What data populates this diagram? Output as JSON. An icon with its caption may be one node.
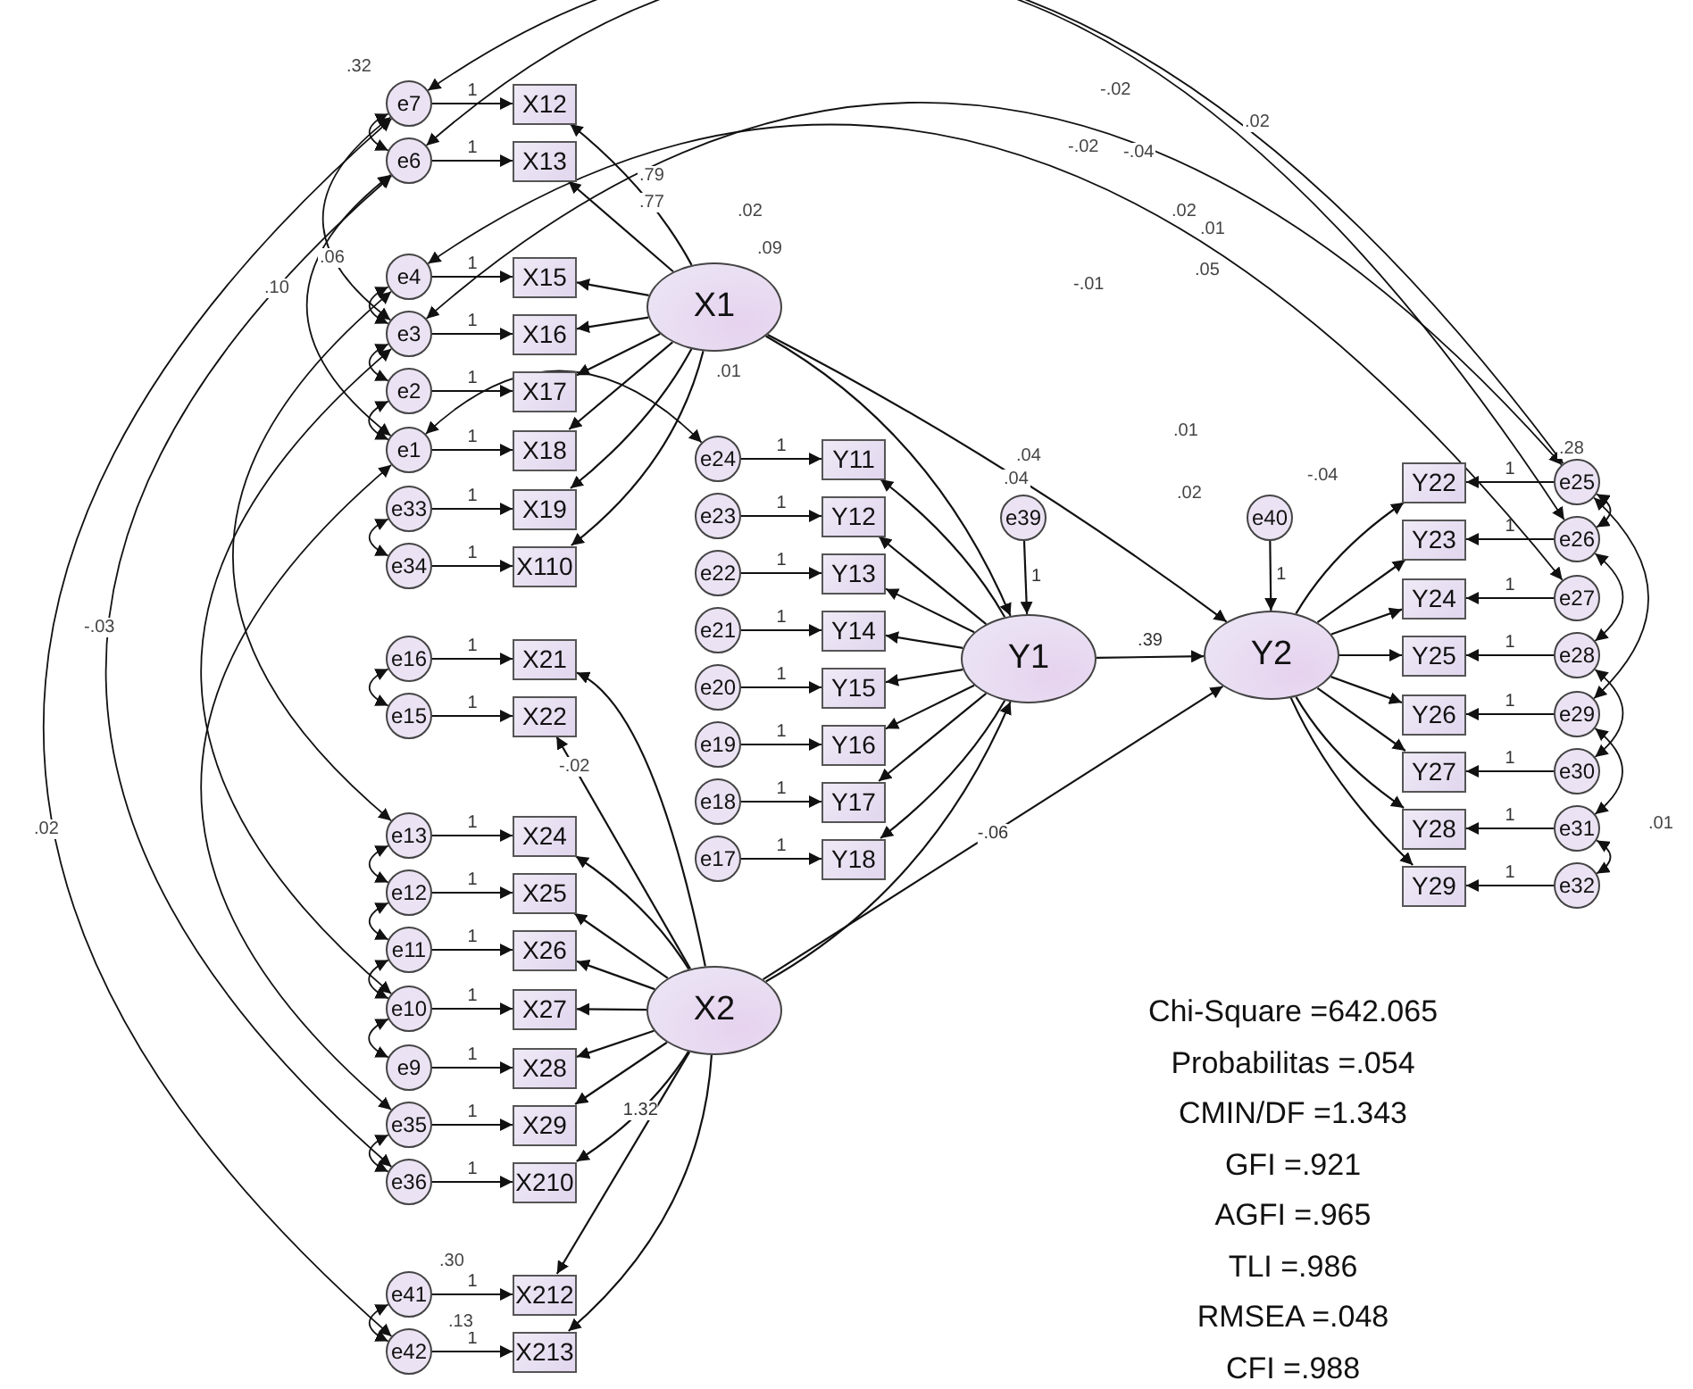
{
  "diagram": {
    "nodes": [
      {
        "text": [
          "e7"
        ]
      },
      {
        "text": [
          "e6"
        ]
      },
      {
        "text": [
          "e4"
        ]
      },
      {
        "text": [
          "e3"
        ]
      },
      {
        "text": [
          "e2"
        ]
      },
      {
        "text": [
          "e1"
        ]
      },
      {
        "text": [
          "e33"
        ]
      },
      {
        "text": [
          "e34"
        ]
      },
      {
        "text": [
          "e16"
        ]
      },
      {
        "text": [
          "e15"
        ]
      },
      {
        "text": [
          "e13"
        ]
      },
      {
        "text": [
          "e12"
        ]
      },
      {
        "text": [
          "e11"
        ]
      },
      {
        "text": [
          "e10"
        ]
      },
      {
        "text": [
          "e9"
        ]
      },
      {
        "text": [
          "e35"
        ]
      },
      {
        "text": [
          "e36"
        ]
      },
      {
        "text": [
          "e41"
        ]
      },
      {
        "text": [
          "e42"
        ]
      },
      {
        "text": [
          "X12"
        ]
      },
      {
        "text": [
          "X13"
        ]
      },
      {
        "text": [
          "X15"
        ]
      },
      {
        "text": [
          "X16"
        ]
      },
      {
        "text": [
          "X17"
        ]
      },
      {
        "text": [
          "X18"
        ]
      },
      {
        "text": [
          "X19"
        ]
      },
      {
        "text": [
          "X110"
        ]
      },
      {
        "text": [
          "X21"
        ]
      },
      {
        "text": [
          "X22"
        ]
      },
      {
        "text": [
          "X24"
        ]
      },
      {
        "text": [
          "X25"
        ]
      },
      {
        "text": [
          "X26"
        ]
      },
      {
        "text": [
          "X27"
        ]
      },
      {
        "text": [
          "X28"
        ]
      },
      {
        "text": [
          "X29"
        ]
      },
      {
        "text": [
          "X210"
        ]
      },
      {
        "text": [
          "X212"
        ]
      },
      {
        "text": [
          "X213"
        ]
      },
      {
        "text": [
          "X1"
        ]
      },
      {
        "text": [
          "X2"
        ]
      },
      {
        "text": [
          "e24"
        ]
      },
      {
        "text": [
          "e23"
        ]
      },
      {
        "text": [
          "e22"
        ]
      },
      {
        "text": [
          "e21"
        ]
      },
      {
        "text": [
          "e20"
        ]
      },
      {
        "text": [
          "e19"
        ]
      },
      {
        "text": [
          "e18"
        ]
      },
      {
        "text": [
          "e17"
        ]
      },
      {
        "text": [
          "Y11"
        ]
      },
      {
        "text": [
          "Y12"
        ]
      },
      {
        "text": [
          "Y13"
        ]
      },
      {
        "text": [
          "Y14"
        ]
      },
      {
        "text": [
          "Y15"
        ]
      },
      {
        "text": [
          "Y16"
        ]
      },
      {
        "text": [
          "Y17"
        ]
      },
      {
        "text": [
          "Y18"
        ]
      },
      {
        "text": [
          "e39"
        ]
      },
      {
        "text": [
          "Y1"
        ]
      },
      {
        "text": [
          "e40"
        ]
      },
      {
        "text": [
          "Y2"
        ]
      },
      {
        "text": [
          "Y22"
        ]
      },
      {
        "text": [
          "Y23"
        ]
      },
      {
        "text": [
          "Y24"
        ]
      },
      {
        "text": [
          "Y25"
        ]
      },
      {
        "text": [
          "Y26"
        ]
      },
      {
        "text": [
          "Y27"
        ]
      },
      {
        "text": [
          "Y28"
        ]
      },
      {
        "text": [
          "Y29"
        ]
      },
      {
        "text": [
          "e25"
        ]
      },
      {
        "text": [
          "e26"
        ]
      },
      {
        "text": [
          "e27"
        ]
      },
      {
        "text": [
          "e28"
        ]
      },
      {
        "text": [
          "e29"
        ]
      },
      {
        "text": [
          "e30"
        ]
      },
      {
        "text": [
          "e31"
        ]
      },
      {
        "text": [
          "e32"
        ]
      }
    ],
    "edges": [
      {
        "from": 0,
        "to": 19,
        "arrow": "to",
        "label": "1"
      },
      {
        "from": 1,
        "to": 20,
        "arrow": "to",
        "label": "1"
      },
      {
        "from": 2,
        "to": 21,
        "arrow": "to",
        "label": "1"
      },
      {
        "from": 3,
        "to": 22,
        "arrow": "to",
        "label": "1"
      },
      {
        "from": 4,
        "to": 23,
        "arrow": "to",
        "label": "1"
      },
      {
        "from": 5,
        "to": 24,
        "arrow": "to",
        "label": "1"
      },
      {
        "from": 6,
        "to": 25,
        "arrow": "to",
        "label": "1"
      },
      {
        "from": 7,
        "to": 26,
        "arrow": "to",
        "label": "1"
      },
      {
        "from": 8,
        "to": 27,
        "arrow": "to",
        "label": "1"
      },
      {
        "from": 9,
        "to": 28,
        "arrow": "to",
        "label": "1"
      },
      {
        "from": 10,
        "to": 29,
        "arrow": "to",
        "label": "1"
      },
      {
        "from": 11,
        "to": 30,
        "arrow": "to",
        "label": "1"
      },
      {
        "from": 12,
        "to": 31,
        "arrow": "to",
        "label": "1"
      },
      {
        "from": 13,
        "to": 32,
        "arrow": "to",
        "label": "1"
      },
      {
        "from": 14,
        "to": 33,
        "arrow": "to",
        "label": "1"
      },
      {
        "from": 15,
        "to": 34,
        "arrow": "to",
        "label": "1"
      },
      {
        "from": 16,
        "to": 35,
        "arrow": "to",
        "label": "1"
      },
      {
        "from": 17,
        "to": 36,
        "arrow": "to",
        "label": "1"
      },
      {
        "from": 18,
        "to": 37,
        "arrow": "to",
        "label": "1"
      },
      {
        "from": 38,
        "to": 19,
        "arrow": "to"
      },
      {
        "from": 38,
        "to": 20,
        "arrow": "to"
      },
      {
        "from": 38,
        "to": 21,
        "arrow": "to"
      },
      {
        "from": 38,
        "to": 22,
        "arrow": "to"
      },
      {
        "from": 38,
        "to": 23,
        "arrow": "to"
      },
      {
        "from": 38,
        "to": 24,
        "arrow": "to"
      },
      {
        "from": 38,
        "to": 25,
        "arrow": "to"
      },
      {
        "from": 38,
        "to": 26,
        "arrow": "to"
      },
      {
        "from": 39,
        "to": 27,
        "arrow": "to"
      },
      {
        "from": 39,
        "to": 28,
        "arrow": "to"
      },
      {
        "from": 39,
        "to": 29,
        "arrow": "to"
      },
      {
        "from": 39,
        "to": 30,
        "arrow": "to"
      },
      {
        "from": 39,
        "to": 31,
        "arrow": "to"
      },
      {
        "from": 39,
        "to": 32,
        "arrow": "to"
      },
      {
        "from": 39,
        "to": 33,
        "arrow": "to"
      },
      {
        "from": 39,
        "to": 34,
        "arrow": "to"
      },
      {
        "from": 39,
        "to": 35,
        "arrow": "to",
        "label": "1.32"
      },
      {
        "from": 39,
        "to": 36,
        "arrow": "to"
      },
      {
        "from": 39,
        "to": 37,
        "arrow": "to"
      },
      {
        "from": 40,
        "to": 48,
        "arrow": "to",
        "label": "1"
      },
      {
        "from": 41,
        "to": 49,
        "arrow": "to",
        "label": "1"
      },
      {
        "from": 42,
        "to": 50,
        "arrow": "to",
        "label": "1"
      },
      {
        "from": 43,
        "to": 51,
        "arrow": "to",
        "label": "1"
      },
      {
        "from": 44,
        "to": 52,
        "arrow": "to",
        "label": "1"
      },
      {
        "from": 45,
        "to": 53,
        "arrow": "to",
        "label": "1"
      },
      {
        "from": 46,
        "to": 54,
        "arrow": "to",
        "label": "1"
      },
      {
        "from": 47,
        "to": 55,
        "arrow": "to",
        "label": "1"
      },
      {
        "from": 57,
        "to": 48,
        "arrow": "to"
      },
      {
        "from": 57,
        "to": 49,
        "arrow": "to"
      },
      {
        "from": 57,
        "to": 50,
        "arrow": "to"
      },
      {
        "from": 57,
        "to": 51,
        "arrow": "to"
      },
      {
        "from": 57,
        "to": 52,
        "arrow": "to"
      },
      {
        "from": 57,
        "to": 53,
        "arrow": "to"
      },
      {
        "from": 57,
        "to": 54,
        "arrow": "to"
      },
      {
        "from": 57,
        "to": 55,
        "arrow": "to"
      },
      {
        "from": 56,
        "to": 57,
        "arrow": "to",
        "label": "1"
      },
      {
        "from": 58,
        "to": 59,
        "arrow": "to",
        "label": "1"
      },
      {
        "from": 57,
        "to": 59,
        "arrow": "to",
        "label": ".39"
      },
      {
        "from": 38,
        "to": 57,
        "arrow": "to"
      },
      {
        "from": 38,
        "to": 59,
        "arrow": "to"
      },
      {
        "from": 39,
        "to": 57,
        "arrow": "to"
      },
      {
        "from": 39,
        "to": 59,
        "arrow": "to",
        "label": "-.06"
      },
      {
        "from": 59,
        "to": 60,
        "arrow": "to"
      },
      {
        "from": 59,
        "to": 61,
        "arrow": "to"
      },
      {
        "from": 59,
        "to": 62,
        "arrow": "to"
      },
      {
        "from": 59,
        "to": 63,
        "arrow": "to"
      },
      {
        "from": 59,
        "to": 64,
        "arrow": "to"
      },
      {
        "from": 59,
        "to": 65,
        "arrow": "to"
      },
      {
        "from": 59,
        "to": 66,
        "arrow": "to"
      },
      {
        "from": 59,
        "to": 67,
        "arrow": "to"
      },
      {
        "from": 68,
        "to": 60,
        "arrow": "to",
        "label": "1"
      },
      {
        "from": 69,
        "to": 61,
        "arrow": "to",
        "label": "1"
      },
      {
        "from": 70,
        "to": 62,
        "arrow": "to",
        "label": "1"
      },
      {
        "from": 71,
        "to": 63,
        "arrow": "to",
        "label": "1"
      },
      {
        "from": 72,
        "to": 64,
        "arrow": "to",
        "label": "1"
      },
      {
        "from": 73,
        "to": 65,
        "arrow": "to",
        "label": "1"
      },
      {
        "from": 74,
        "to": 66,
        "arrow": "to",
        "label": "1"
      },
      {
        "from": 75,
        "to": 67,
        "arrow": "to",
        "label": "1"
      },
      {
        "from": 0,
        "to": 1,
        "arrow": "both"
      },
      {
        "from": 2,
        "to": 3,
        "arrow": "both"
      },
      {
        "from": 3,
        "to": 4,
        "arrow": "both"
      },
      {
        "from": 4,
        "to": 5,
        "arrow": "both"
      },
      {
        "from": 0,
        "to": 3,
        "arrow": "both"
      },
      {
        "from": 1,
        "to": 5,
        "arrow": "both"
      },
      {
        "from": 6,
        "to": 7,
        "arrow": "both"
      },
      {
        "from": 8,
        "to": 9,
        "arrow": "both"
      },
      {
        "from": 10,
        "to": 11,
        "arrow": "both"
      },
      {
        "from": 11,
        "to": 12,
        "arrow": "both"
      },
      {
        "from": 12,
        "to": 13,
        "arrow": "both"
      },
      {
        "from": 13,
        "to": 14,
        "arrow": "both"
      },
      {
        "from": 15,
        "to": 16,
        "arrow": "both"
      },
      {
        "from": 17,
        "to": 18,
        "arrow": "both"
      },
      {
        "from": 0,
        "to": 18,
        "arrow": "both"
      },
      {
        "from": 1,
        "to": 16,
        "arrow": "both"
      },
      {
        "from": 2,
        "to": 10,
        "arrow": "both"
      },
      {
        "from": 5,
        "to": 15,
        "arrow": "both"
      },
      {
        "from": 3,
        "to": 13,
        "arrow": "both"
      },
      {
        "from": 0,
        "to": 68,
        "arrow": "both"
      },
      {
        "from": 1,
        "to": 69,
        "arrow": "both"
      },
      {
        "from": 2,
        "to": 70,
        "arrow": "both"
      },
      {
        "from": 3,
        "to": 68,
        "arrow": "both"
      },
      {
        "from": 5,
        "to": 40,
        "arrow": "both"
      },
      {
        "from": 68,
        "to": 69,
        "arrow": "both"
      },
      {
        "from": 69,
        "to": 71,
        "arrow": "both"
      },
      {
        "from": 71,
        "to": 73,
        "arrow": "both"
      },
      {
        "from": 72,
        "to": 74,
        "arrow": "both"
      },
      {
        "from": 74,
        "to": 75,
        "arrow": "both"
      },
      {
        "from": 68,
        "to": 72,
        "arrow": "both"
      }
    ],
    "labels": [
      ".32",
      ".79",
      ".77",
      ".02",
      ".09",
      ".01",
      ".10",
      ".06",
      "-.03",
      ".02",
      "-.02",
      ".02",
      "-.02",
      "-.04",
      ".02",
      ".01",
      ".05",
      "-.01",
      ".04",
      ".04",
      ".01",
      "-.04",
      ".02",
      ".28",
      ".01",
      ".30",
      "-.02",
      ".13",
      "Chi-Square =642.065",
      "Probabilitas =.054",
      "CMIN/DF =1.343",
      "GFI =.921",
      "AGFI =.965",
      "TLI =.986",
      "RMSEA =.048",
      "CFI =.988"
    ]
  }
}
